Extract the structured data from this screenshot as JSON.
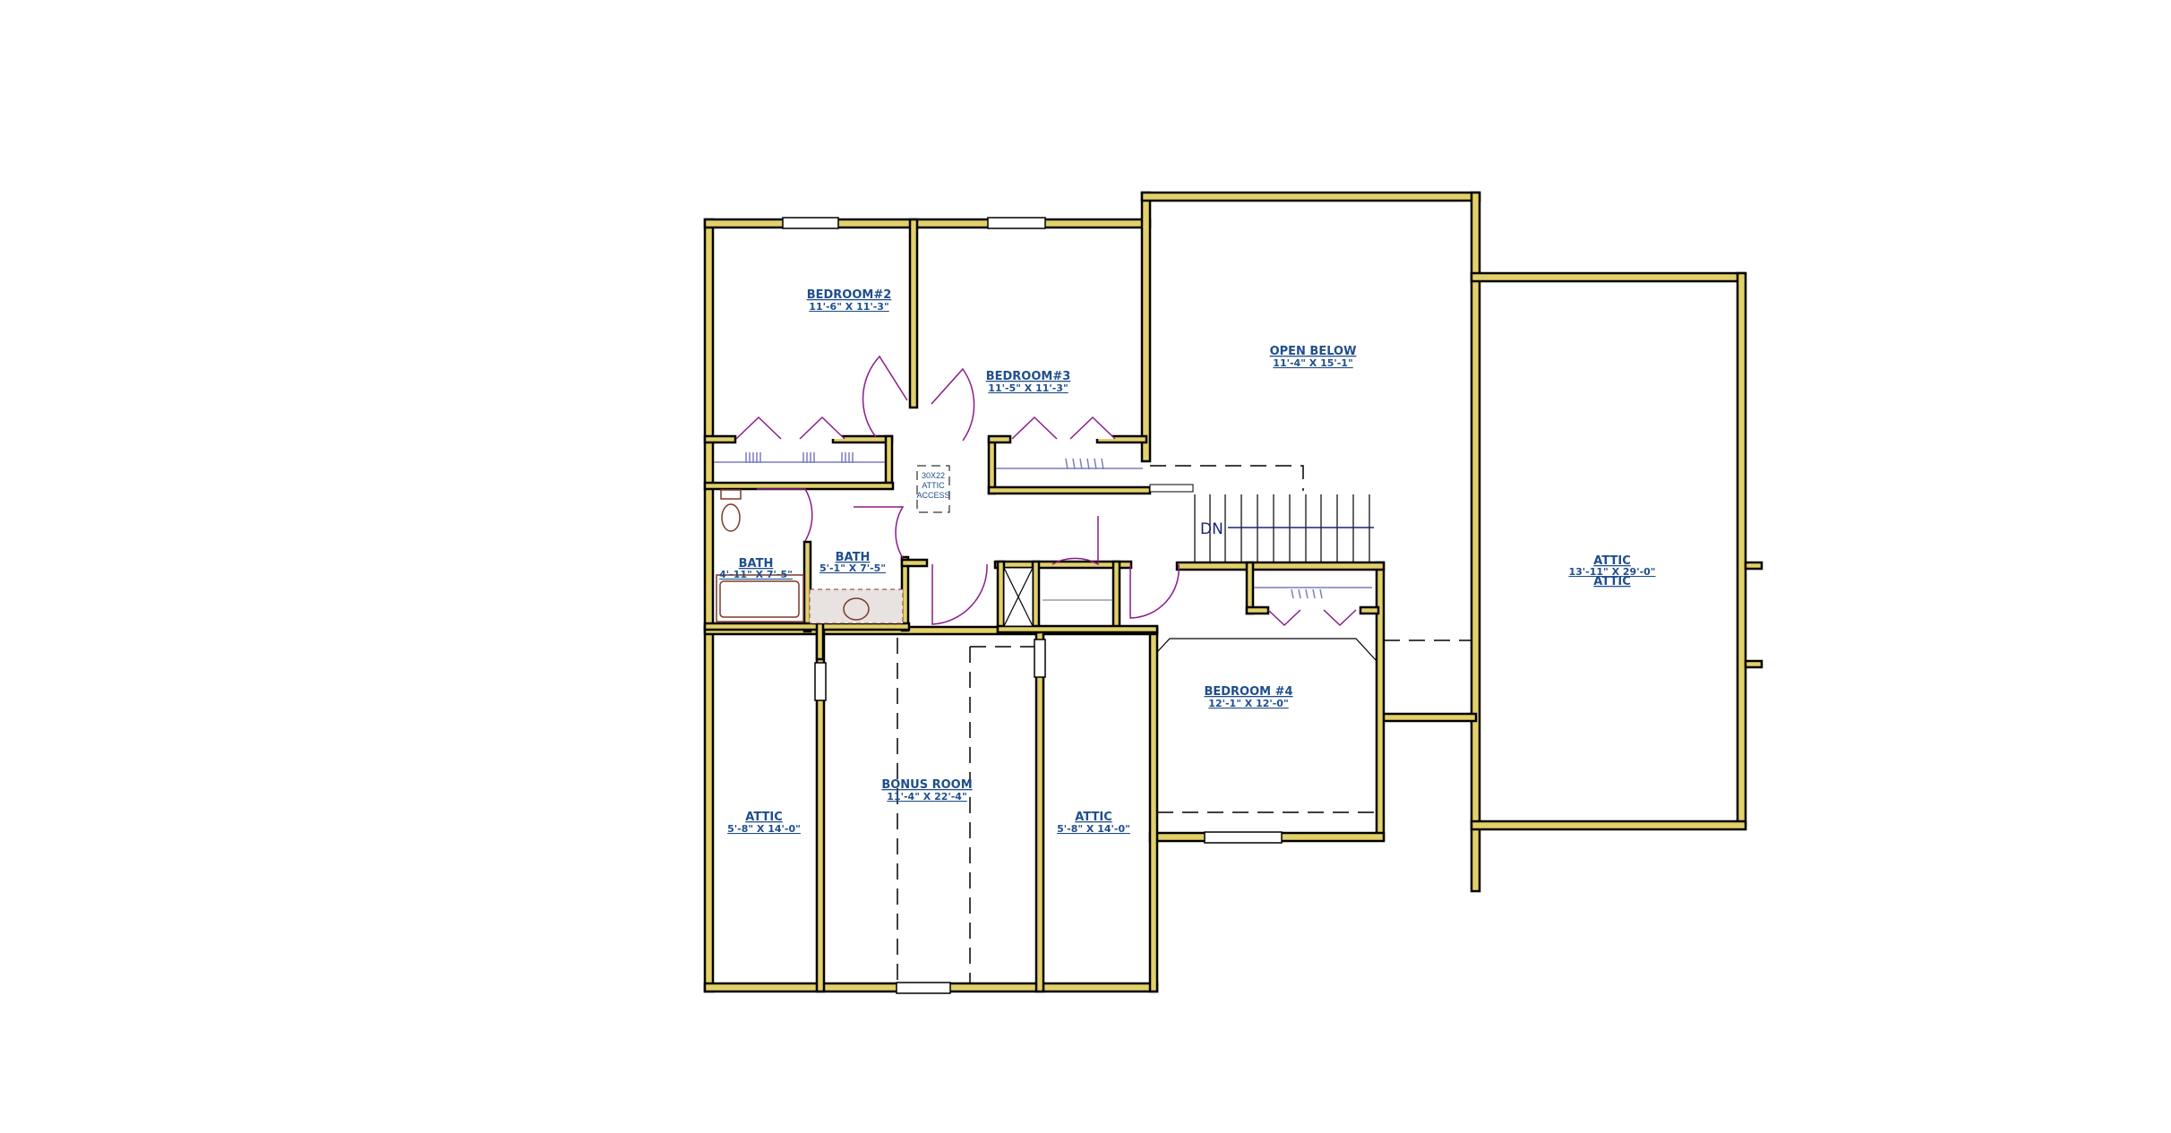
{
  "plan": {
    "title": "Second Floor Plan",
    "wall_color": "#E2D06A",
    "label_color": "#1F4E8C",
    "door_color": "#8B1A8B",
    "rooms": [
      {
        "name": "BEDROOM#2",
        "size": "11'-6\" X 11'-3\""
      },
      {
        "name": "BEDROOM#3",
        "size": "11'-5\" X 11'-3\""
      },
      {
        "name": "OPEN BELOW",
        "size": "11'-4\" X 15'-1\""
      },
      {
        "name": "BATH",
        "size": "4'-11\" X 7'-5\""
      },
      {
        "name": "BATH",
        "size": "5'-1\" X 7'-5\""
      },
      {
        "name": "BEDROOM #4",
        "size": "12'-1\" X 12'-0\""
      },
      {
        "name": "ATTIC",
        "size": "5'-8\" X 14'-0\""
      },
      {
        "name": "BONUS ROOM",
        "size": "11'-4\" X 22'-4\""
      },
      {
        "name": "ATTIC",
        "size": "5'-8\" X 14'-0\""
      },
      {
        "name": "ATTIC",
        "size": "13'-11\" X 29'-0\"",
        "extra": "ATTIC"
      }
    ],
    "attic_access": {
      "size": "30X22",
      "line1": "ATTIC",
      "line2": "ACCESS"
    },
    "stair_label": "DN"
  }
}
